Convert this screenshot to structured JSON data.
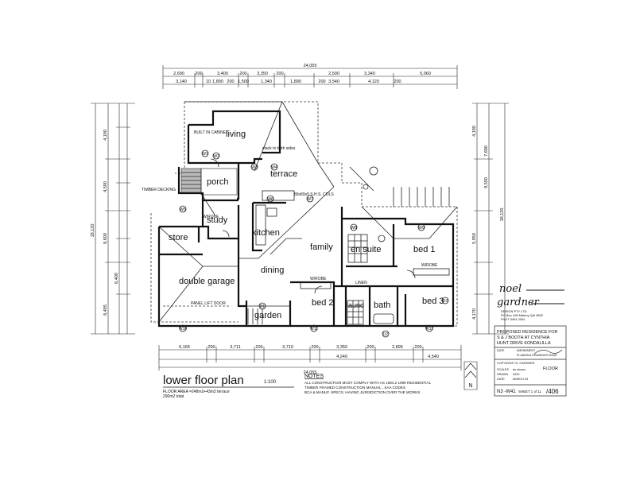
{
  "rooms": {
    "living": "living",
    "porch": "porch",
    "terrace": "terrace",
    "study": "study",
    "kitchen": "kitchen",
    "family": "family",
    "store": "store",
    "double_garage": "double garage",
    "dining": "dining",
    "garden": "garden",
    "bed1": "bed 1",
    "bed2": "bed 2",
    "bed3": "bed 3",
    "ensuite": "en suite",
    "laundry": "laund",
    "bath": "bath"
  },
  "labels": {
    "timber_decking": "TIMBER DECKING",
    "built_in_cabinet": "BUILT IN CABINET",
    "stack_both_sides": "stack to both sides",
    "cols": "89x89x5 S.H.S. COLS",
    "wrobe": "W/ROBE",
    "panel_lift_door": "PANEL LIFT DOOR",
    "linen": "LINEN"
  },
  "dimensions": {
    "top_overall": "24,055",
    "bottom_overall": "24,055",
    "top_row": [
      "2,690",
      "200",
      "3,400",
      "200",
      "3,350",
      "200",
      "2,500",
      "3,340",
      "5,060"
    ],
    "top_row2": [
      "3,140",
      "10",
      "1,890",
      "200",
      "1,500",
      "1,340",
      "1,890",
      "200",
      "3,540",
      "4,120",
      "200"
    ],
    "bottom_row": [
      "6,165",
      "200",
      "3,711",
      "200",
      "3,710",
      "200",
      "3,350",
      "200",
      "2,895",
      "200"
    ],
    "bottom_row2": [
      "4,240",
      "4,540"
    ],
    "left_overall": "18,120",
    "right_overall": "18,120",
    "left_col": [
      "4,190",
      "4,590",
      "8,600",
      "6,400",
      "8,495"
    ],
    "right_col": [
      "4,190",
      "7,600",
      "5,950",
      "9,550",
      "4,170"
    ]
  },
  "title": {
    "main": "lower floor plan",
    "scale": "1:100",
    "floor_area": "FLOOR AREA =248m2+43m2 terrace",
    "area2": "290m2 total"
  },
  "notes": {
    "heading": "NOTES",
    "lines": [
      "ALL CONSTRUCTION MUST COMPLY WITH  AS 1684.2 1999 RESIDENTIAL",
      "TIMBER FRAMED CONSTRUCTION MANUAL , SAA CODES",
      "BCA & MANUF. SPECS. HAVING JURISDICTION OVER THE WORKS."
    ]
  },
  "title_block": {
    "brand_line1": "noel",
    "brand_line2": "gardner",
    "address_lines": [
      "DESIGN PTY LTD",
      "PO Box 108 Maleny Qld 4552",
      "Ph 07 5494 2000"
    ],
    "project_lines": [
      "PROPOSED RESIDENCE FOR",
      "S & J BOOTH AT CYNTHIA",
      "HUNT DRIVE KONDALILLA"
    ],
    "date_label": "DATE",
    "amendment_label": "AMENDMENT",
    "drawing_amendment": "PLANNING DRAWINGS ISSUE",
    "copyright": "COPYRIGHT N. GARDNER",
    "scales": "SCALES",
    "drawn": "DRAWN",
    "date": "DATE",
    "scale_val": "as shown",
    "drawn_val": "NGD",
    "date_val": "MARCH 03",
    "floor": "FLOOR",
    "job": "N3 -W41",
    "sheet": "SHEET 1 of 11",
    "number": "/406"
  },
  "markers": [
    "W1",
    "W2",
    "W3",
    "W4",
    "W5",
    "W6",
    "W7",
    "W8",
    "W9",
    "W10",
    "W11",
    "W12",
    "D1",
    "D2",
    "D3"
  ]
}
